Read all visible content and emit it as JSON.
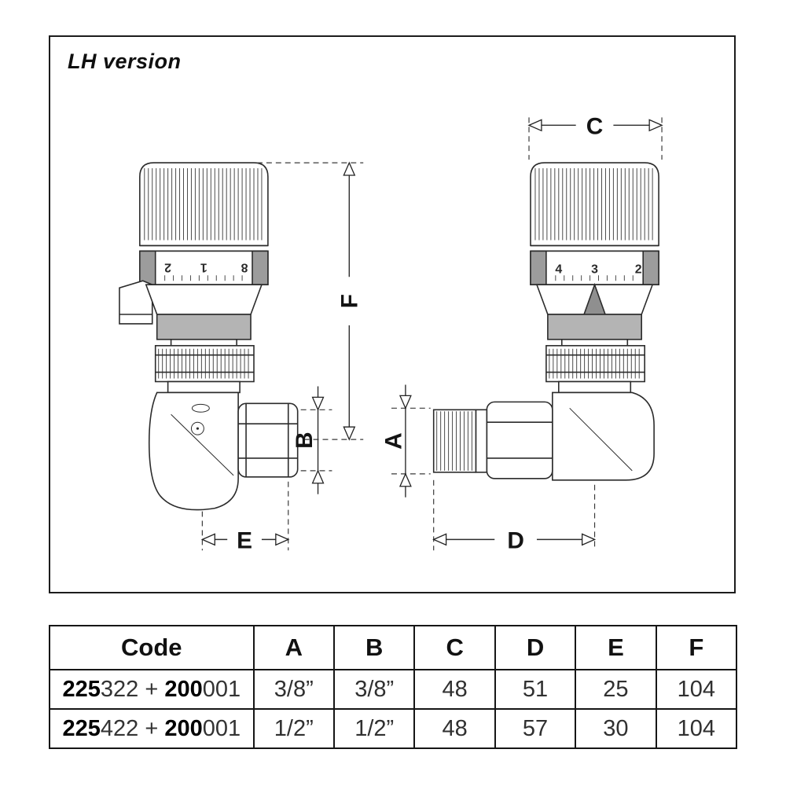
{
  "title": "LH version",
  "dims": {
    "A": "A",
    "B": "B",
    "C": "C",
    "D": "D",
    "E": "E",
    "F": "F"
  },
  "scales": {
    "left": [
      "2",
      "1",
      "8"
    ],
    "right": [
      "4",
      "3",
      "2"
    ]
  },
  "table": {
    "headers": [
      "Code",
      "A",
      "B",
      "C",
      "D",
      "E",
      "F"
    ],
    "rows": [
      {
        "code": [
          {
            "text": "225",
            "bold": true
          },
          {
            "text": "322 + ",
            "bold": false
          },
          {
            "text": "200",
            "bold": true
          },
          {
            "text": "001",
            "bold": false
          }
        ],
        "values": [
          "3/8”",
          "3/8”",
          "48",
          "51",
          "25",
          "104"
        ]
      },
      {
        "code": [
          {
            "text": "225",
            "bold": true
          },
          {
            "text": "422 + ",
            "bold": false
          },
          {
            "text": "200",
            "bold": true
          },
          {
            "text": "001",
            "bold": false
          }
        ],
        "values": [
          "1/2”",
          "1/2”",
          "48",
          "57",
          "30",
          "104"
        ]
      }
    ]
  }
}
